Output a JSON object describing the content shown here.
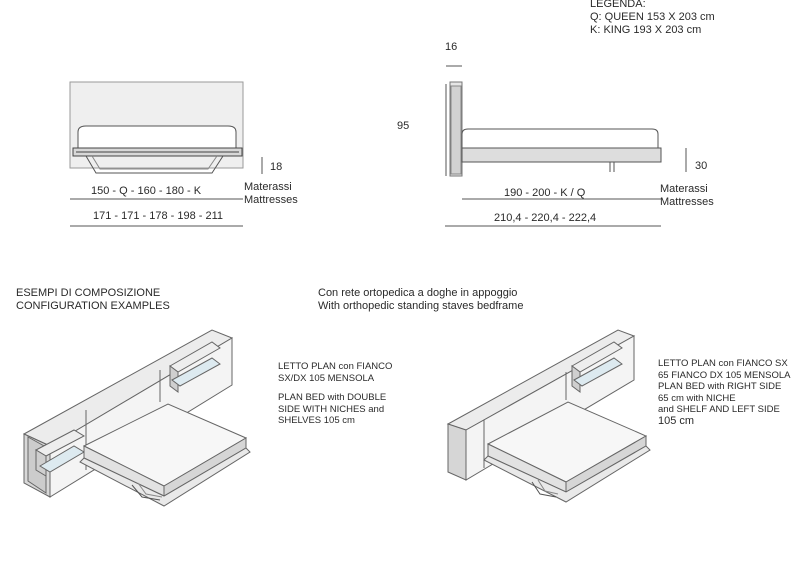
{
  "legend": {
    "title": "LEGENDA:",
    "queen": "Q: QUEEN 153 X 203 cm",
    "king": "K: KING 193 X 203 cm"
  },
  "front_view": {
    "mattress_height": "18",
    "width_dims": "150 - Q - 160 - 180 - K",
    "overall_dims": "171 - 171 - 178 - 198 - 211",
    "mattress_label_it": "Materassi",
    "mattress_label_en": "Mattresses"
  },
  "side_view": {
    "headboard_thickness": "16",
    "headboard_height": "95",
    "frame_height": "30",
    "length_dims": "190 - 200 - K / Q",
    "overall_dims": "210,4 - 220,4 - 222,4",
    "mattress_label_it": "Materassi",
    "mattress_label_en": "Mattresses"
  },
  "examples": {
    "title_it": "ESEMPI DI COMPOSIZIONE",
    "title_en": "CONFIGURATION EXAMPLES"
  },
  "bedframe": {
    "note_it": "Con rete ortopedica a doghe in appoggio",
    "note_en": "With orthopedic standing staves bedframe"
  },
  "config1": {
    "line1": "LETTO PLAN con FIANCO",
    "line2": "SX/DX 105 MENSOLA",
    "line3": "PLAN BED with DOUBLE",
    "line4": "SIDE WITH NICHES and",
    "line5": "SHELVES 105 cm"
  },
  "config2": {
    "line1": "LETTO PLAN con FIANCO SX",
    "line2": "65 FIANCO DX 105 MENSOLA",
    "line3": "PLAN BED with RIGHT SIDE",
    "line4": "65 cm with NICHE",
    "line5": "and SHELF AND LEFT SIDE",
    "line6": "105 cm"
  }
}
